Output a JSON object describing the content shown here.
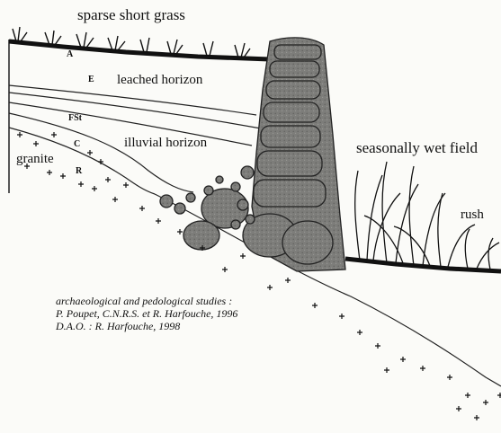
{
  "labels": {
    "vegetation_top": "sparse short grass",
    "horizon_a": "A",
    "horizon_e": "E",
    "leached": "leached horizon",
    "horizon_fst": "FSt",
    "illuvial": "illuvial horizon",
    "horizon_c": "C",
    "horizon_r": "R",
    "granite": "granite",
    "wet_field": "seasonally wet field",
    "rush": "rush"
  },
  "credits": [
    "archaeological and pedological studies :",
    "P. Poupet, C.N.R.S. et R. Harfouche, 1996",
    "D.A.O. : R. Harfouche, 1998"
  ]
}
